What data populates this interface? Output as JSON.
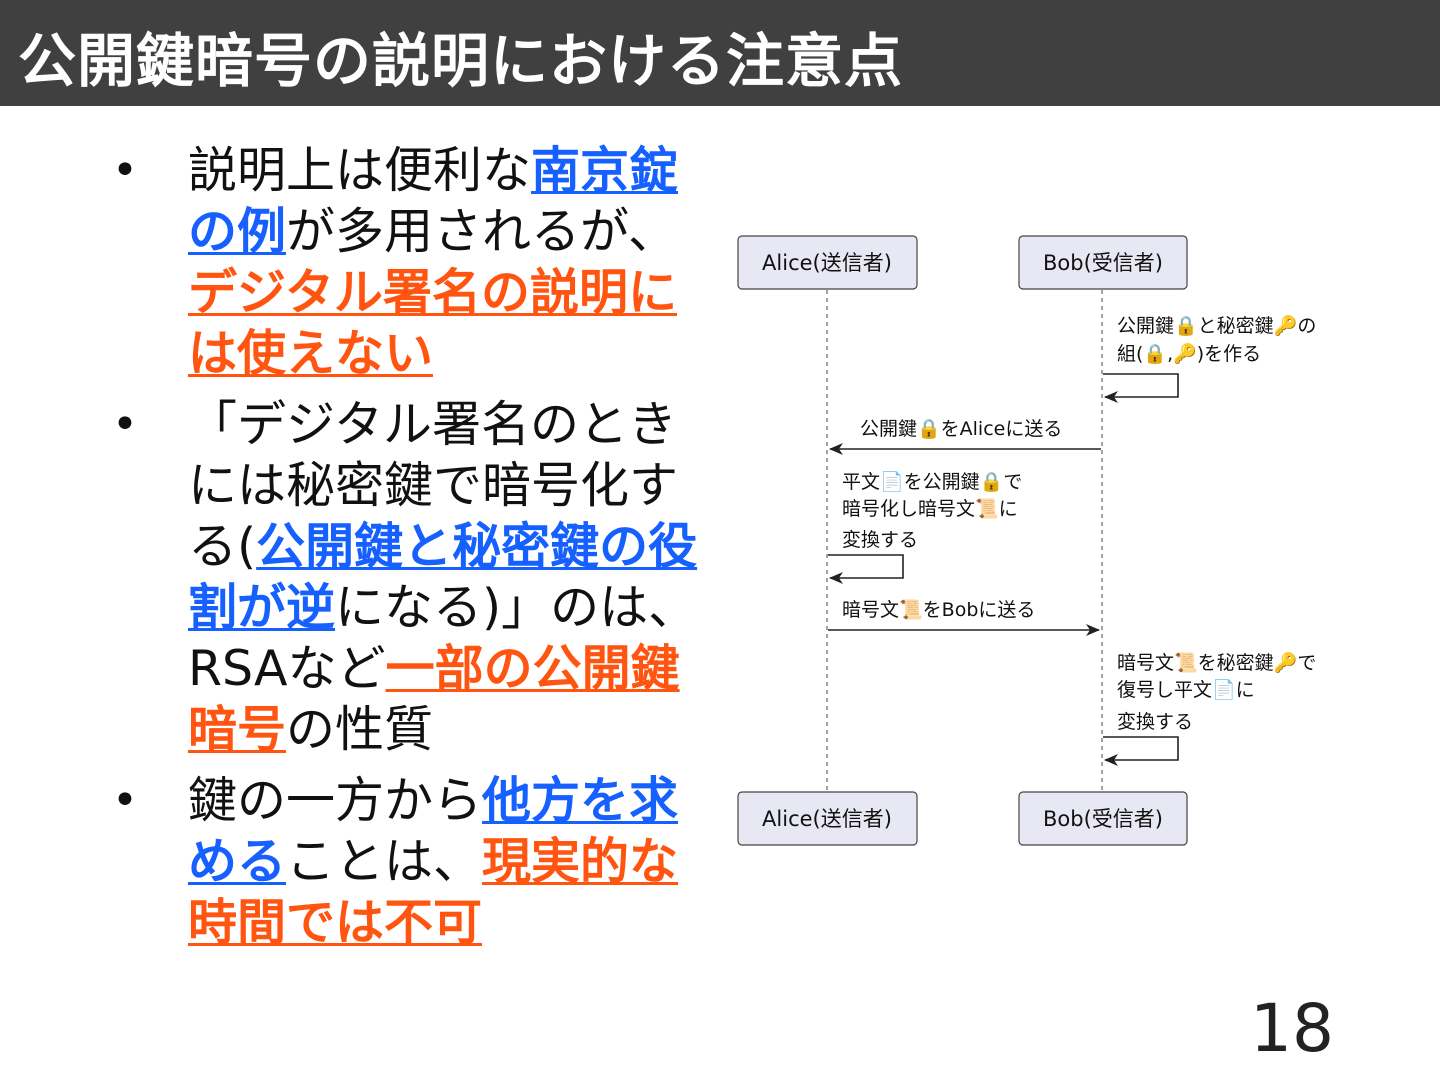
{
  "slide": {
    "title": "公開鍵暗号の説明における注意点",
    "page_number": "18"
  },
  "bullets": [
    {
      "parts": [
        {
          "text": "説明上は便利な",
          "style": "plain"
        },
        {
          "text": "南京錠の例",
          "style": "blue"
        },
        {
          "text": "が多用されるが、",
          "style": "plain"
        },
        {
          "text": "デジタル署名の説明には使えない",
          "style": "red"
        }
      ]
    },
    {
      "parts": [
        {
          "text": "「デジタル署名のときには秘密鍵で暗号化する(",
          "style": "plain"
        },
        {
          "text": "公開鍵と秘密鍵の役割が逆",
          "style": "blue"
        },
        {
          "text": "になる)」のは、RSAなど",
          "style": "plain"
        },
        {
          "text": "一部の公開鍵暗号",
          "style": "red"
        },
        {
          "text": "の性質",
          "style": "plain"
        }
      ]
    },
    {
      "parts": [
        {
          "text": "鍵の一方から",
          "style": "plain"
        },
        {
          "text": "他方を求める",
          "style": "blue"
        },
        {
          "text": "ことは、",
          "style": "plain"
        },
        {
          "text": "現実的な時間では不可",
          "style": "red"
        }
      ]
    }
  ],
  "diagram": {
    "participants": {
      "alice": "Alice(送信者)",
      "bob": "Bob(受信者)"
    },
    "messages": {
      "m1": [
        "公開鍵🔒と秘密鍵🔑の",
        "組(🔒,🔑)を作る"
      ],
      "m2": "公開鍵🔒をAliceに送る",
      "m3": [
        "平文📄を公開鍵🔒で",
        "暗号化し暗号文📜に",
        "変換する"
      ],
      "m4": "暗号文📜をBobに送る",
      "m5": [
        "暗号文📜を秘密鍵🔑で",
        "復号し平文📄に",
        "変換する"
      ]
    }
  },
  "colors": {
    "title_bar": "#404040",
    "highlight_blue": "#1560ff",
    "highlight_red": "#ff5511",
    "participant_fill": "#e8e8f4"
  }
}
